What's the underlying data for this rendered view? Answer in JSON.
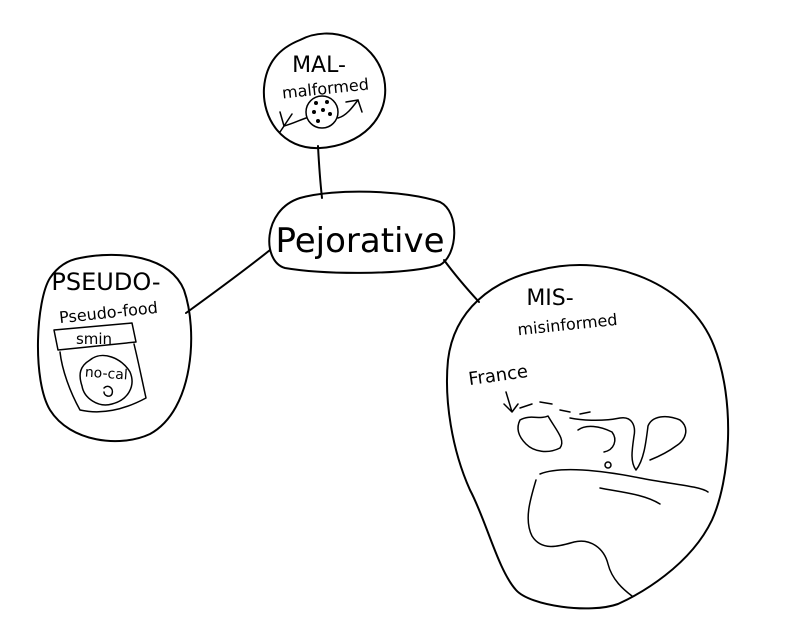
{
  "center": {
    "label": "Pejorative"
  },
  "nodes": {
    "mal": {
      "prefix": "MAL-",
      "example": "malformed",
      "drawing": "malformed-figure"
    },
    "pseudo": {
      "prefix": "PSEUDO-",
      "example": "Pseudo-food",
      "wrapper_text": "smin",
      "package_text": "no-cal"
    },
    "mis": {
      "prefix": "MIS-",
      "example": "misinformed",
      "map_label": "France",
      "drawing": "world-map"
    }
  },
  "colors": {
    "ink": "#000000",
    "background": "#ffffff"
  }
}
